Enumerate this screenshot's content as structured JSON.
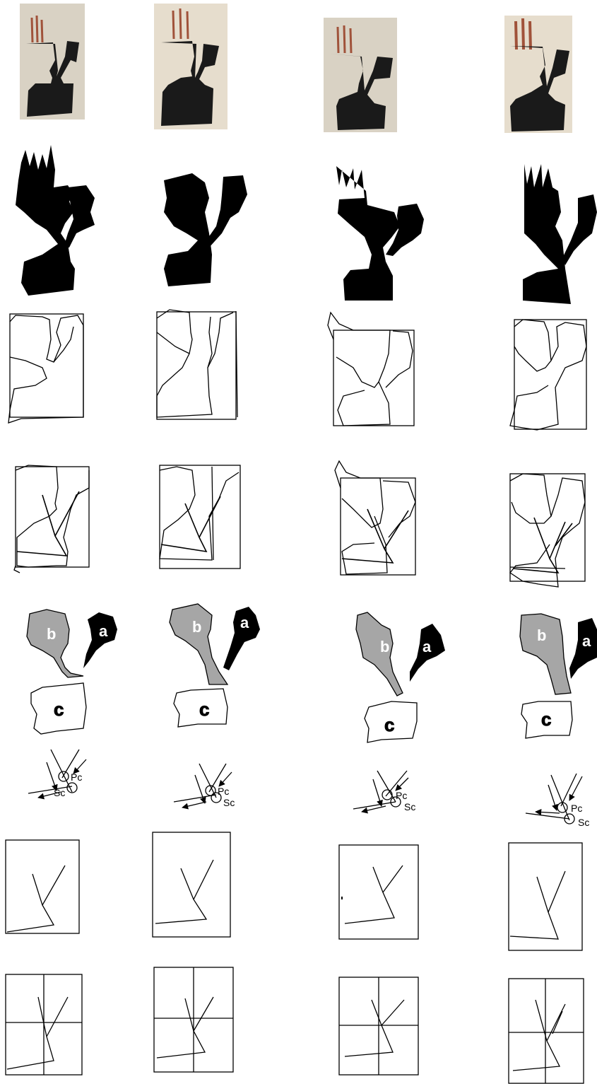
{
  "figure": {
    "columns": 4,
    "rows": [
      "manuscript-photo",
      "binarized-silhouette",
      "contour-with-bounding-box",
      "contour-with-skeleton",
      "segmented-components",
      "stroke-directions",
      "skeleton-in-box",
      "skeleton-in-quadrant-grid"
    ]
  },
  "labels": {
    "component_a": "a",
    "component_b": "b",
    "component_c": "c",
    "primary_crossing": "Pc",
    "secondary_crossing": "Sc"
  },
  "colors": {
    "ink": "#1a1a1a",
    "parchment": "#d9d2c4",
    "parchment_light": "#e6ddcd",
    "red_strokes": "#a0523a",
    "gray_component": "#a6a6a6",
    "white": "#ffffff"
  }
}
